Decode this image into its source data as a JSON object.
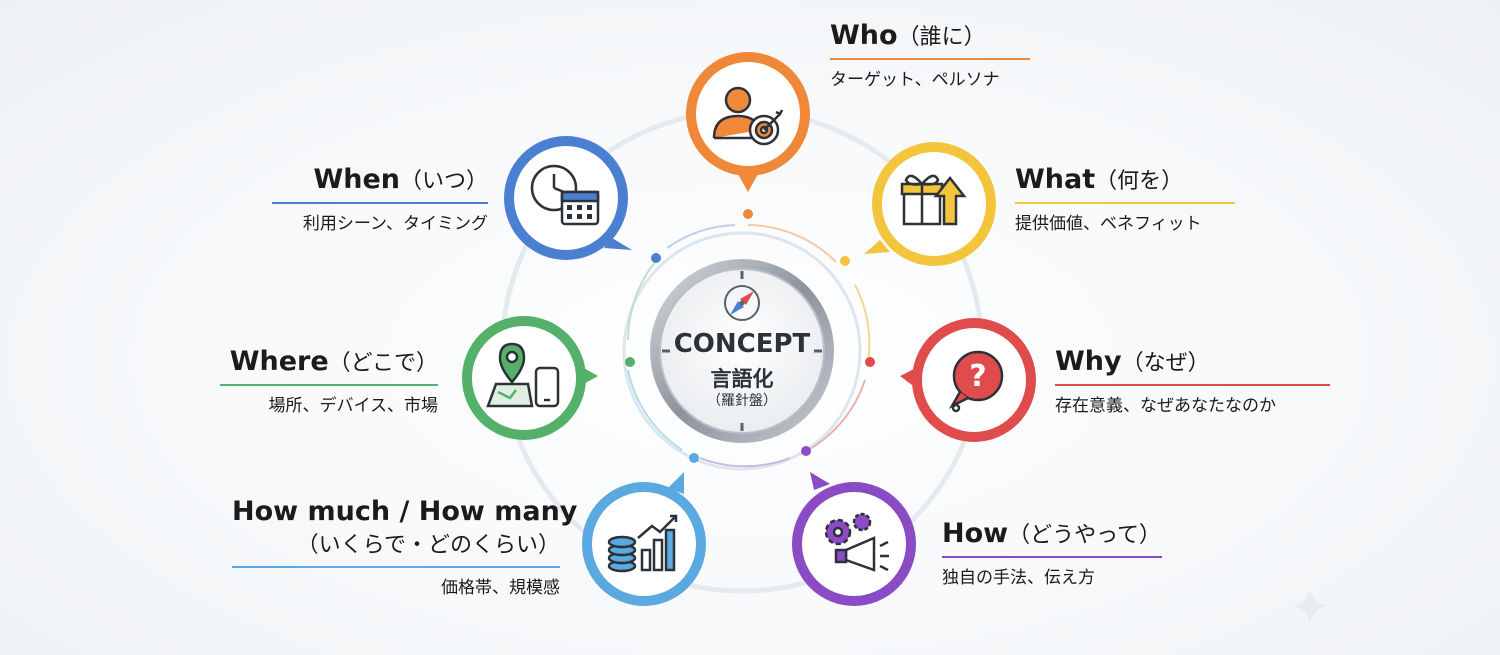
{
  "center": {
    "title": "CONCEPT",
    "subtitle": "言語化",
    "note": "（羅針盤）"
  },
  "items": [
    {
      "key": "who",
      "title": "Who",
      "jp": "（誰に）",
      "desc": "ターゲット、ペルソナ",
      "color": "#f0883a",
      "icon": "person-target-icon"
    },
    {
      "key": "what",
      "title": "What",
      "jp": "（何を）",
      "desc": "提供価値、ベネフィット",
      "color": "#f2c53d",
      "icon": "gift-arrow-icon"
    },
    {
      "key": "why",
      "title": "Why",
      "jp": "（なぜ）",
      "desc": "存在意義、なぜあなたなのか",
      "color": "#e04b4b",
      "icon": "question-bubble-icon"
    },
    {
      "key": "how",
      "title": "How",
      "jp": "（どうやって）",
      "desc": "独自の手法、伝え方",
      "color": "#8a4bc4",
      "icon": "gears-megaphone-icon"
    },
    {
      "key": "howmuch",
      "title": "How much / How many",
      "jp": "（いくらで・どのくらい）",
      "desc": "価格帯、規模感",
      "color": "#5aa9e0",
      "icon": "coins-chart-icon"
    },
    {
      "key": "where",
      "title": "Where",
      "jp": "（どこで）",
      "desc": "場所、デバイス、市場",
      "color": "#55b06a",
      "icon": "map-pin-phone-icon"
    },
    {
      "key": "when",
      "title": "When",
      "jp": "（いつ）",
      "desc": "利用シーン、タイミング",
      "color": "#4a7fd1",
      "icon": "clock-calendar-icon"
    }
  ]
}
